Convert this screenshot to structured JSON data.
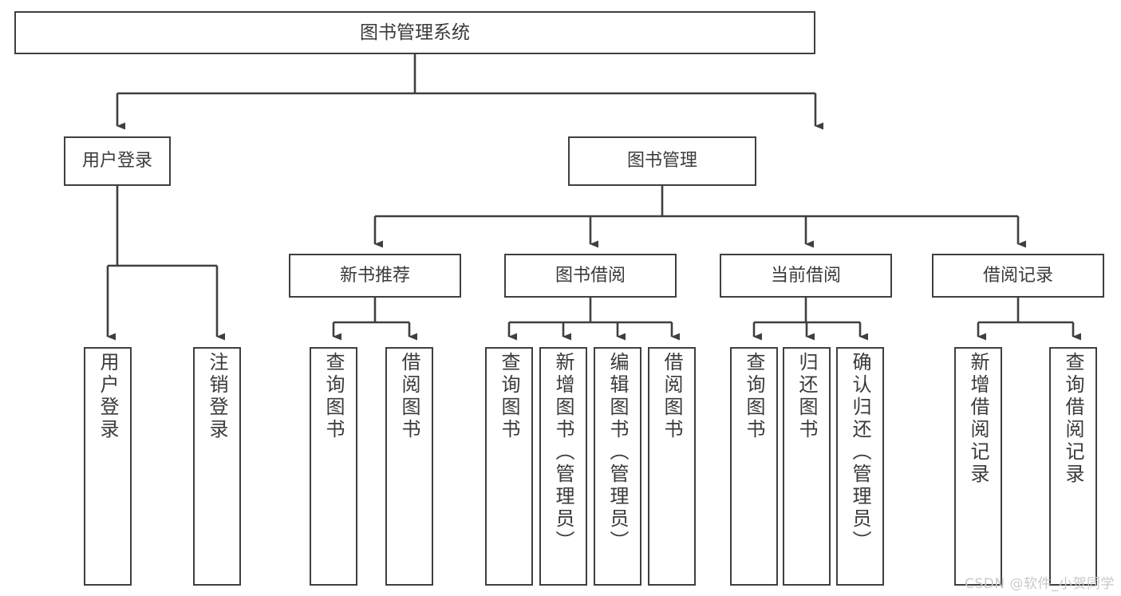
{
  "diagram": {
    "type": "tree-hierarchy-chart",
    "title": "图书管理系统",
    "background_color": "#ffffff",
    "line_color": "#3f3f3f",
    "text_color": "#3a3a3a"
  },
  "nodes": {
    "root": {
      "label": "图书管理系统"
    },
    "level2": [
      {
        "label": "用户登录"
      },
      {
        "label": "图书管理"
      }
    ],
    "level3": [
      {
        "label": "新书推荐"
      },
      {
        "label": "图书借阅"
      },
      {
        "label": "当前借阅"
      },
      {
        "label": "借阅记录"
      }
    ],
    "leaves": {
      "user_login": [
        {
          "label": "用户登录"
        },
        {
          "label": "注销登录"
        }
      ],
      "new_book_recommend": [
        {
          "label": "查询图书"
        },
        {
          "label": "借阅图书"
        }
      ],
      "book_borrow": [
        {
          "label": "查询图书"
        },
        {
          "label": "新增图书（管理员）"
        },
        {
          "label": "编辑图书（管理员）"
        },
        {
          "label": "借阅图书"
        }
      ],
      "current_borrow": [
        {
          "label": "查询图书"
        },
        {
          "label": "归还图书"
        },
        {
          "label": "确认归还（管理员）"
        }
      ],
      "borrow_record": [
        {
          "label": "新增借阅记录"
        },
        {
          "label": "查询借阅记录"
        }
      ]
    }
  },
  "watermark": {
    "text": "CSDN @软件_小贺同学"
  }
}
